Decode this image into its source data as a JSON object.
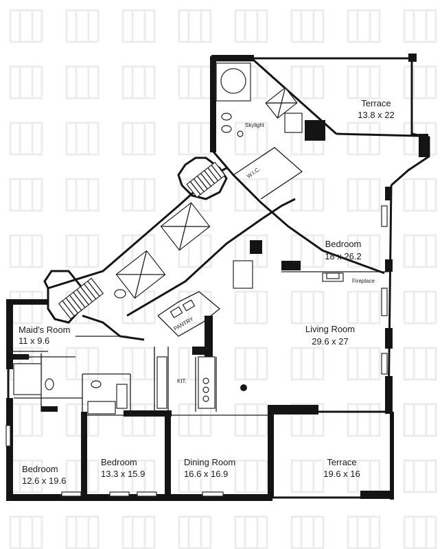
{
  "rooms": {
    "terrace_top": {
      "name": "Terrace",
      "size": "13.8 x 22"
    },
    "bedroom_master": {
      "name": "Bedroom",
      "size": "18 x 26.2"
    },
    "living_room": {
      "name": "Living Room",
      "size": "29.6 x 27"
    },
    "maids_room": {
      "name": "Maid's Room",
      "size": "11 x 9.6"
    },
    "bedroom_left": {
      "name": "Bedroom",
      "size": "12.6 x 19.6"
    },
    "bedroom_mid": {
      "name": "Bedroom",
      "size": "13.3 x 15.9"
    },
    "dining_room": {
      "name": "Dining Room",
      "size": "16.6 x 16.9"
    },
    "terrace_bottom": {
      "name": "Terrace",
      "size": "19.6 x 16"
    }
  },
  "small_labels": {
    "kitchen": "KIT.",
    "wic": "W.I.C.",
    "fireplace": "Fireplace",
    "pantry": "PANTRY",
    "skylight": "Skylight",
    "closet": "Clos."
  }
}
